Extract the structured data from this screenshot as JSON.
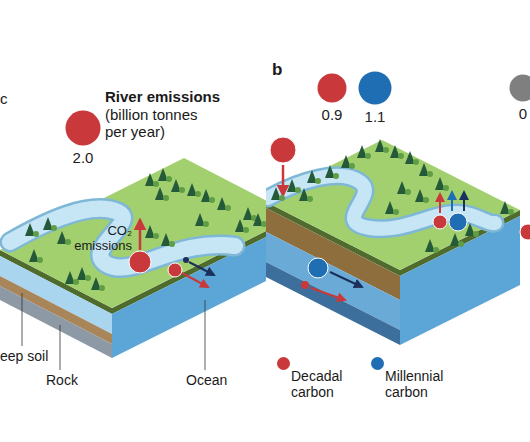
{
  "diagram": {
    "nodes": [
      {
        "text": [
          "2.0"
        ]
      },
      {
        "text": [
          "0.9"
        ]
      },
      {
        "text": [
          "1.1"
        ]
      },
      {
        "text": [
          "0"
        ]
      }
    ],
    "labels": [
      "c",
      "River emissions",
      "(billion tonnes per year)",
      "CO₂ emissions",
      "eep soil",
      "Rock",
      "Ocean",
      "b"
    ],
    "legend": [
      {
        "text": "Decadal carbon",
        "color": "#c9383a"
      },
      {
        "text": "Millennial carbon",
        "color": "#1f6db3"
      }
    ]
  }
}
